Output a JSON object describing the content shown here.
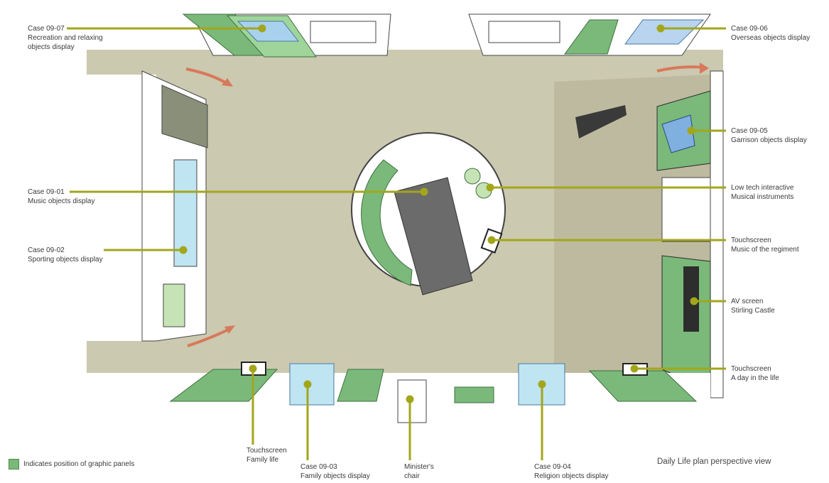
{
  "title": "Daily Life plan perspective view",
  "legend": {
    "label": "Indicates position of graphic panels",
    "color": "#7ab97a"
  },
  "colors": {
    "floor": "#cbc9b0",
    "panel": "#7ab97a",
    "callout": "#a3a61a",
    "arrow": "#d9785a",
    "glass": "#a9d8ea"
  },
  "callouts": [
    {
      "id": "case-09-07",
      "line1": "Case 09-07",
      "line2": "Recreation and relaxing",
      "line3": "objects display"
    },
    {
      "id": "case-09-06",
      "line1": "Case 09-06",
      "line2": "Overseas objects display"
    },
    {
      "id": "case-09-01",
      "line1": "Case 09-01",
      "line2": "Music objects display"
    },
    {
      "id": "case-09-02",
      "line1": "Case 09-02",
      "line2": "Sporting objects display"
    },
    {
      "id": "case-09-05",
      "line1": "Case 09-05",
      "line2": "Garrison objects display"
    },
    {
      "id": "low-tech",
      "line1": "Low tech interactive",
      "line2": "Musical instruments"
    },
    {
      "id": "touch-music",
      "line1": "Touchscreen",
      "line2": "Music of the regiment"
    },
    {
      "id": "av-screen",
      "line1": "AV screen",
      "line2": "Stirling Castle"
    },
    {
      "id": "touch-day",
      "line1": "Touchscreen",
      "line2": "A day in the life"
    },
    {
      "id": "touch-family",
      "line1": "Touchscreen",
      "line2": "Family life"
    },
    {
      "id": "case-09-03",
      "line1": "Case 09-03",
      "line2": "Family objects display"
    },
    {
      "id": "minister",
      "line1": "Minister's",
      "line2": "chair"
    },
    {
      "id": "case-09-04",
      "line1": "Case 09-04",
      "line2": "Religion objects display"
    }
  ]
}
